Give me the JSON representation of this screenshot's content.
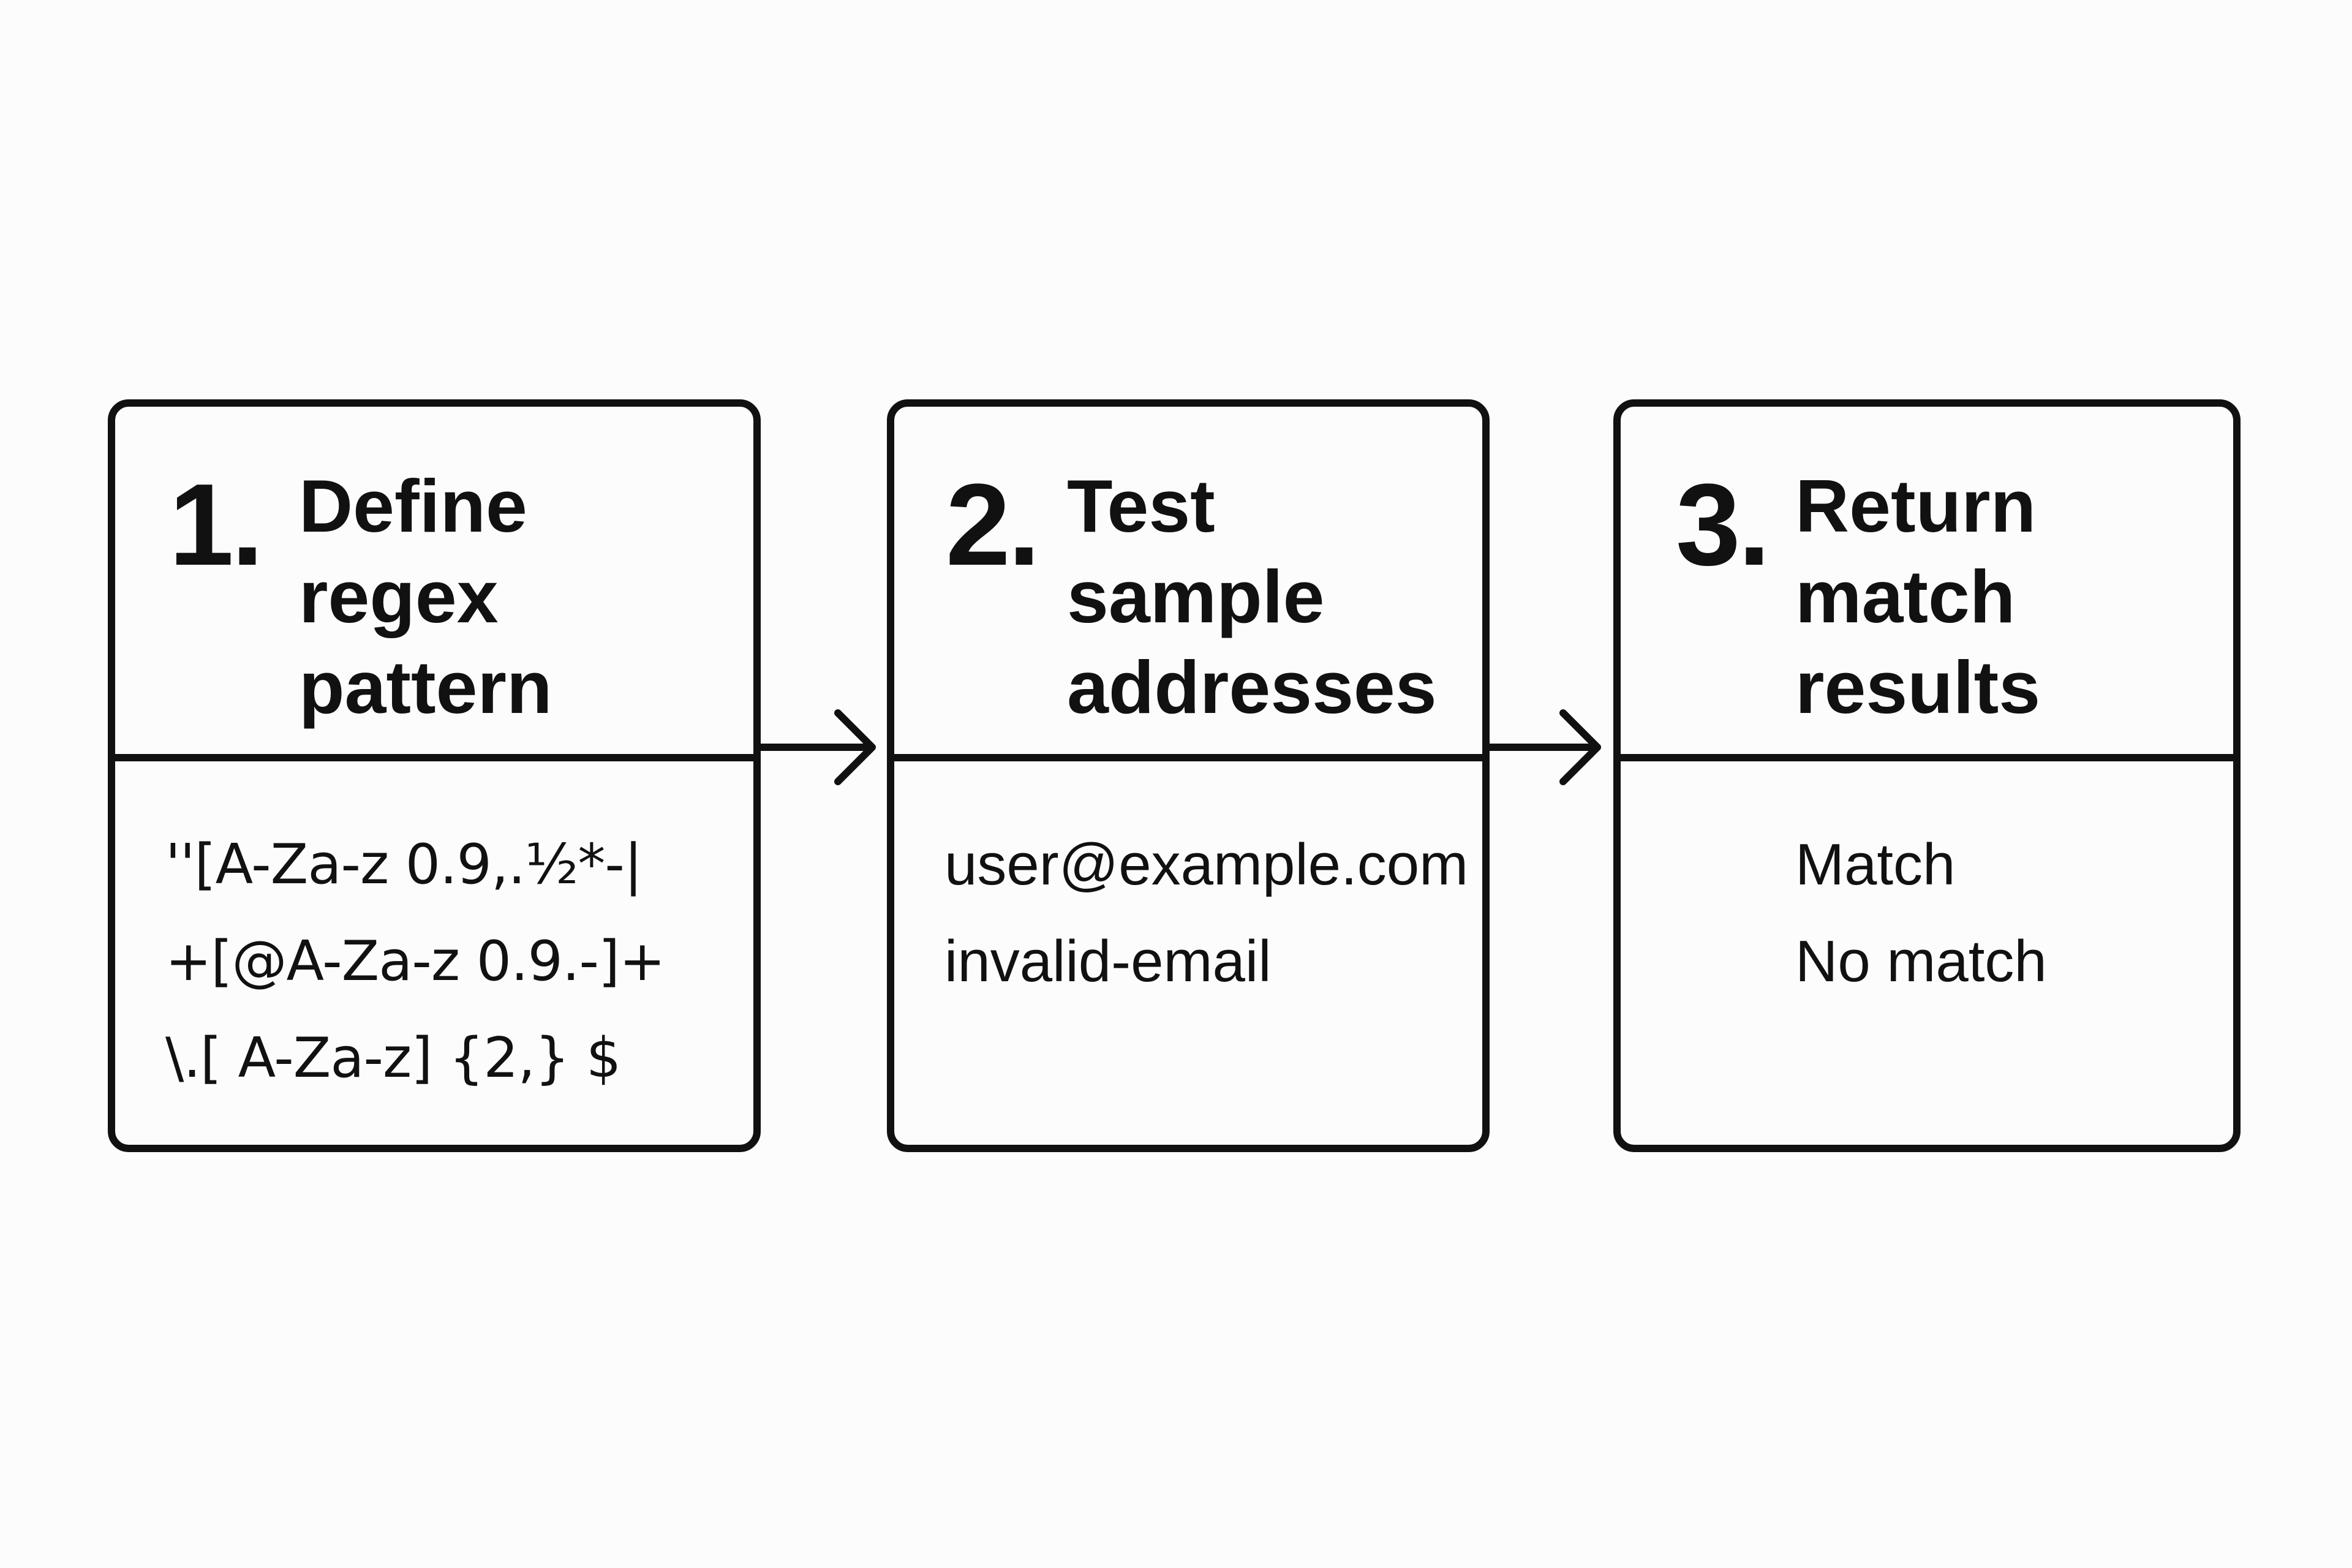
{
  "steps": [
    {
      "number": "1.",
      "title_lines": [
        "Define",
        "regex",
        "pattern"
      ],
      "body_lines": [
        "''[A-Za-z 0.9,.½*-|",
        "+[@A-Za-z 0.9.-]+",
        "\\.[ A-Za-z] {2,} $"
      ]
    },
    {
      "number": "2.",
      "title_lines": [
        "Test",
        "sample",
        "addresses"
      ],
      "body_lines": [
        "user@example.com",
        "invalid-email"
      ]
    },
    {
      "number": "3.",
      "title_lines": [
        "Return",
        "match",
        "results"
      ],
      "body_lines": [
        "Match",
        "No match"
      ]
    }
  ],
  "colors": {
    "stroke": "#111111",
    "background": "#fcfcfc"
  }
}
